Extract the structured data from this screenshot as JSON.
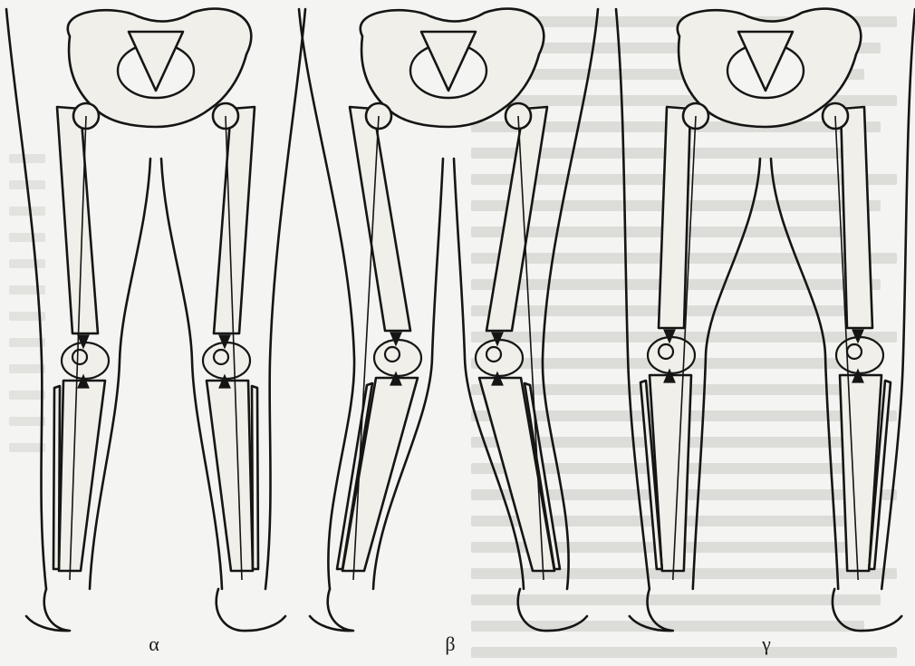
{
  "figure": {
    "panels": [
      {
        "id": "a",
        "label": "α",
        "alignment": "neutral"
      },
      {
        "id": "b",
        "label": "β",
        "alignment": "knees-in"
      },
      {
        "id": "c",
        "label": "γ",
        "alignment": "bowed"
      }
    ],
    "colors": {
      "ink": "#151515",
      "bone_fill": "#f0efe9",
      "background": "#f4f4f2",
      "bleed_text": "#d6d6d2"
    }
  }
}
